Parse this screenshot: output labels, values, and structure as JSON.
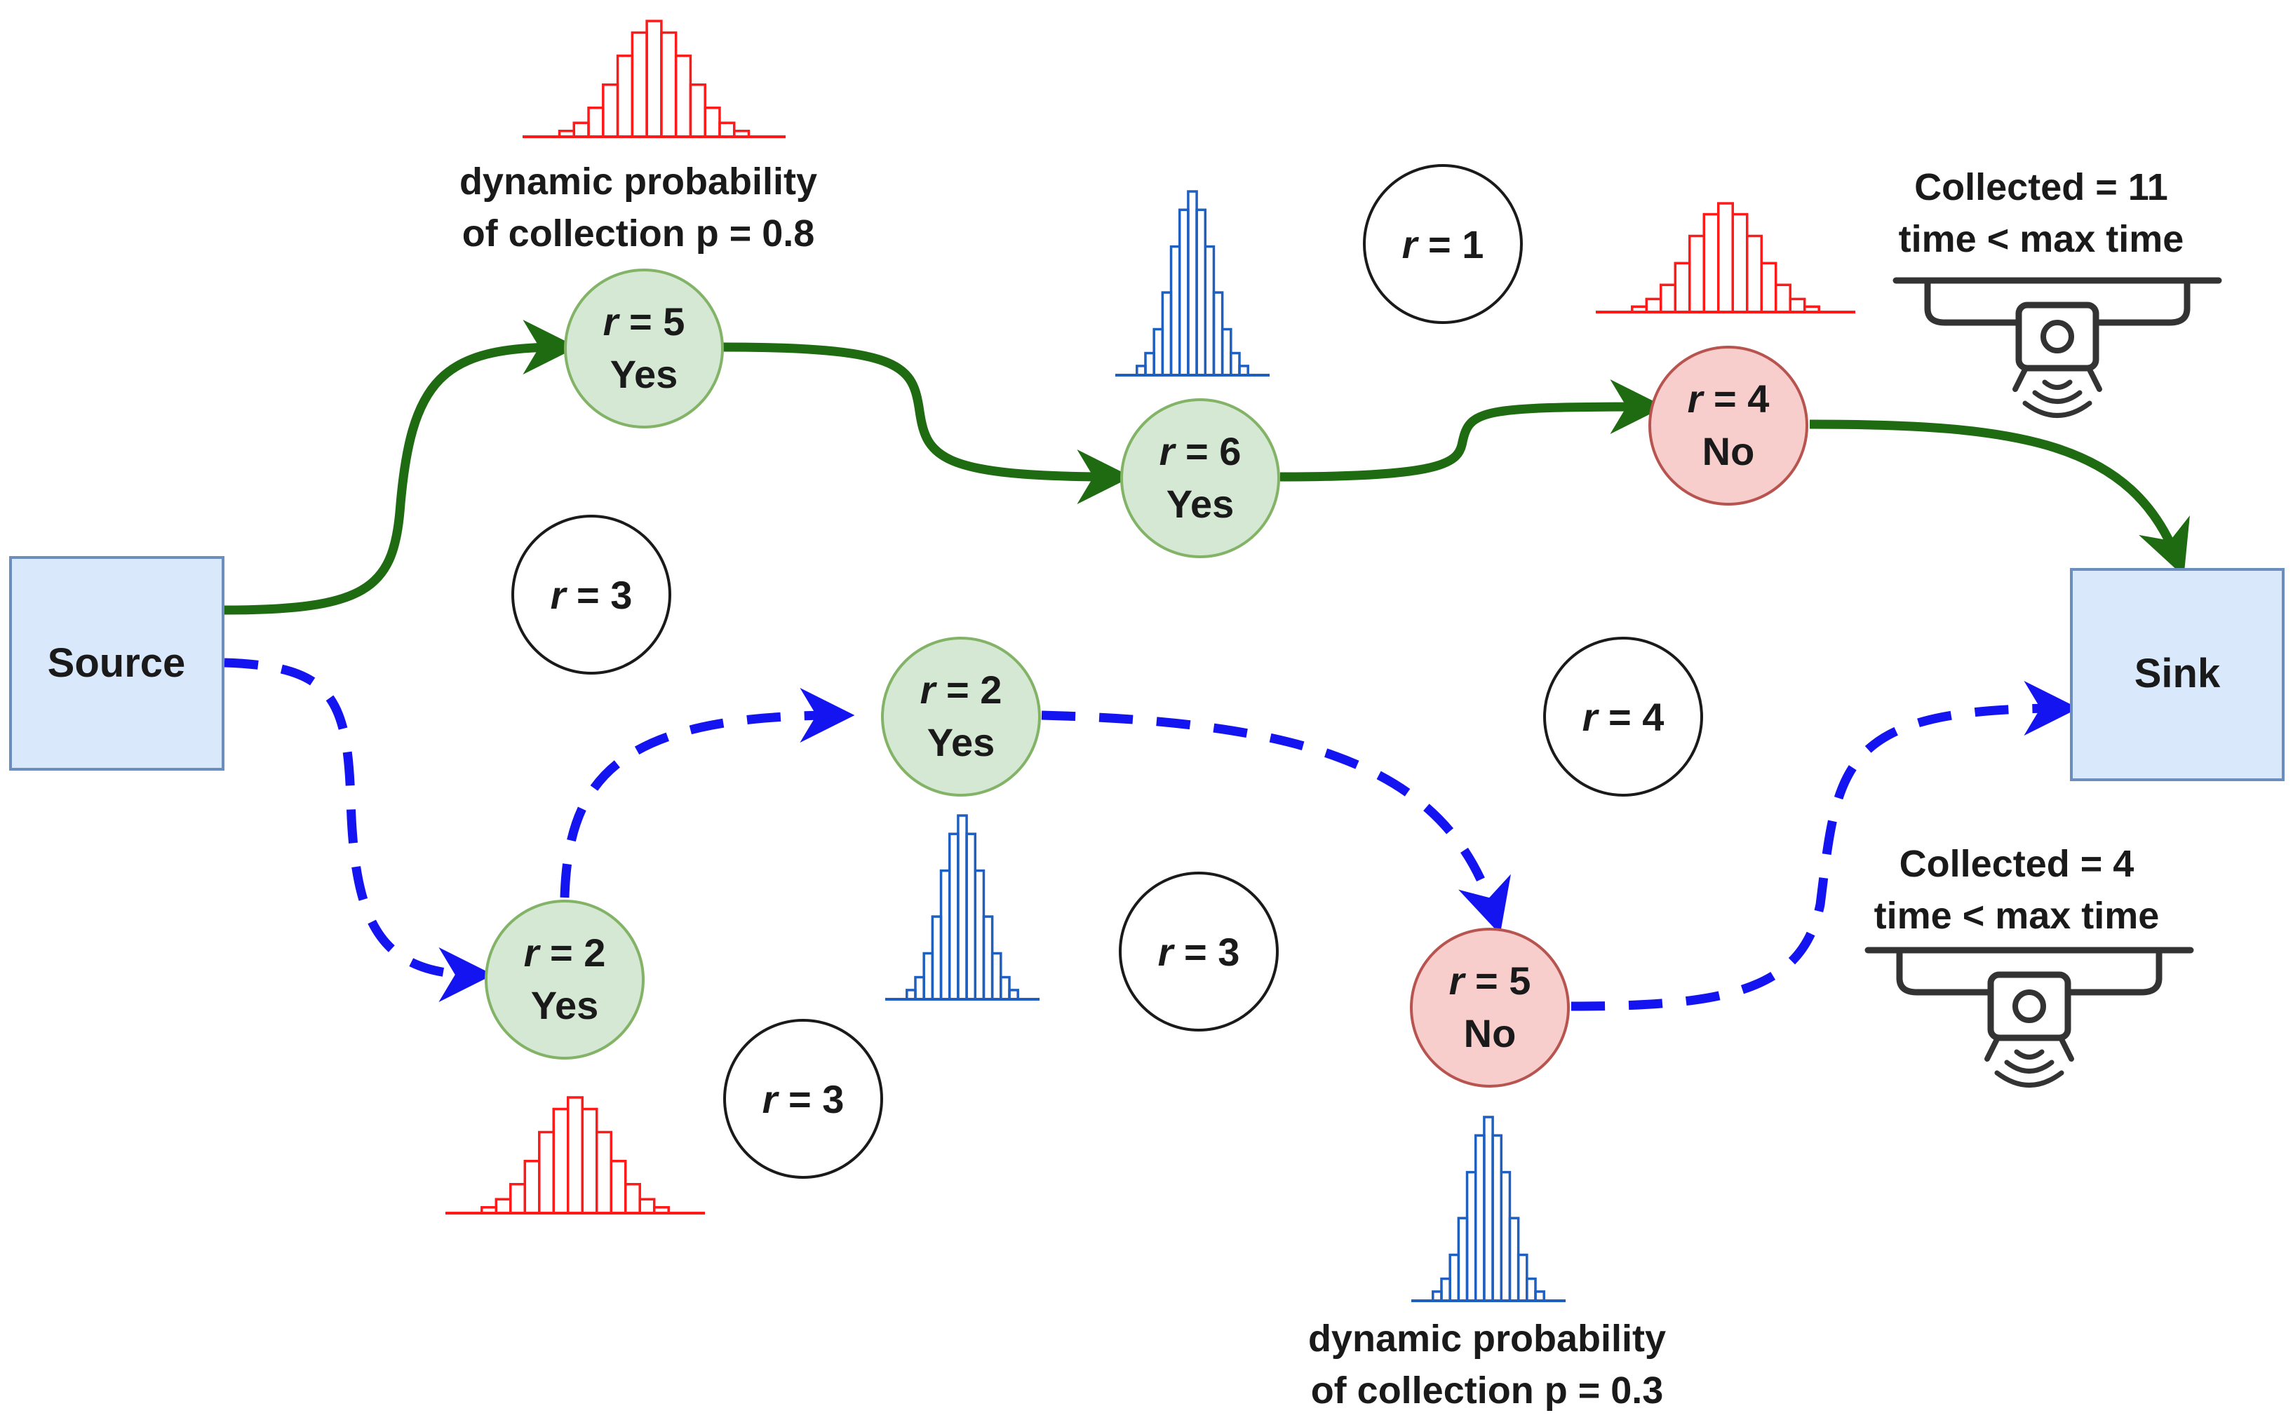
{
  "source": {
    "label": "Source"
  },
  "sink": {
    "label": "Sink"
  },
  "nodes": {
    "g1": {
      "r": "r = 5",
      "decision": "Yes"
    },
    "g2": {
      "r": "r = 6",
      "decision": "Yes"
    },
    "g3": {
      "r": "r = 4",
      "decision": "No"
    },
    "b1": {
      "r": "r = 2",
      "decision": "Yes"
    },
    "b2": {
      "r": "r = 2",
      "decision": "Yes"
    },
    "b3": {
      "r": "r = 5",
      "decision": "No"
    }
  },
  "idle_nodes": [
    "r = 1",
    "r = 3",
    "r = 4",
    "r = 3",
    "r = 3"
  ],
  "annotations": {
    "top_prob_line1": "dynamic probability",
    "top_prob_line2": "of collection p = 0.8",
    "bottom_prob_line1": "dynamic probability",
    "bottom_prob_line2": "of collection p = 0.3",
    "green_collected": "Collected = 11",
    "green_time": "time < max time",
    "blue_collected": "Collected = 4",
    "blue_time": "time < max time"
  },
  "colors": {
    "green_path": "#1f6b12",
    "blue_path": "#1414f0",
    "yes_fill": "#d5e8d4",
    "yes_stroke": "#82b366",
    "no_fill": "#f8cecc",
    "no_stroke": "#b85450",
    "box_fill": "#dae8fc",
    "box_stroke": "#6c8ebf",
    "hist_red": "#ff1a1a",
    "hist_blue": "#1f5fbf"
  },
  "histogram_profile": [
    0.05,
    0.12,
    0.25,
    0.45,
    0.7,
    0.9,
    1.0,
    0.9,
    0.7,
    0.45,
    0.25,
    0.12,
    0.05
  ],
  "icons": [
    "drone-icon",
    "drone-icon"
  ]
}
